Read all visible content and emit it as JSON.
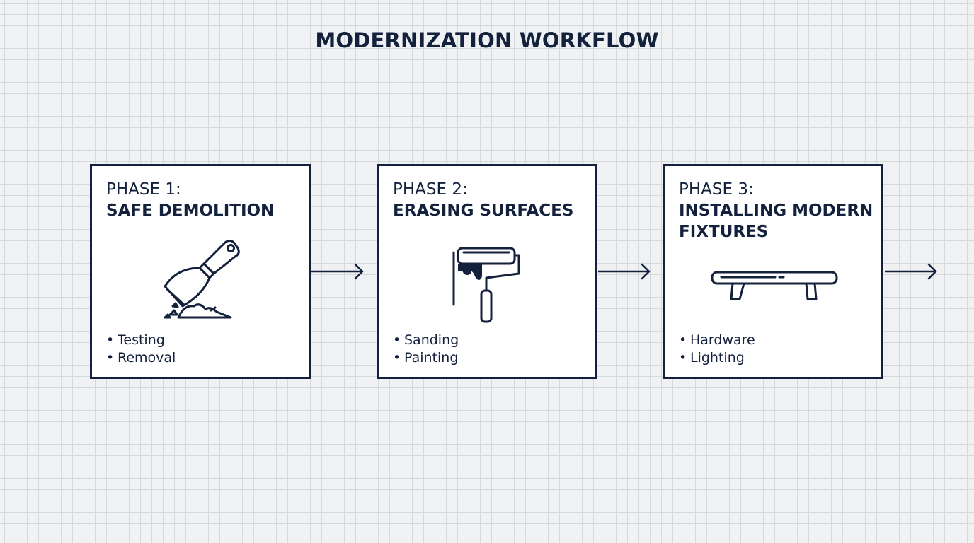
{
  "title": "MODERNIZATION WORKFLOW",
  "colors": {
    "ink": "#14213d",
    "box_fill": "#ffffff",
    "grid_line": "#d6d9dc",
    "background": "#f0f1f2"
  },
  "phases": [
    {
      "label": "PHASE 1:",
      "name": "SAFE DEMOLITION",
      "icon": "scraper-icon",
      "bullets": [
        "Testing",
        "Removal"
      ]
    },
    {
      "label": "PHASE 2:",
      "name": "ERASING SURFACES",
      "icon": "paint-roller-icon",
      "bullets": [
        "Sanding",
        "Painting"
      ]
    },
    {
      "label": "PHASE 3:",
      "name": "INSTALLING MODERN FIXTURES",
      "icon": "cabinet-pull-icon",
      "bullets": [
        "Hardware",
        "Lighting"
      ]
    }
  ]
}
